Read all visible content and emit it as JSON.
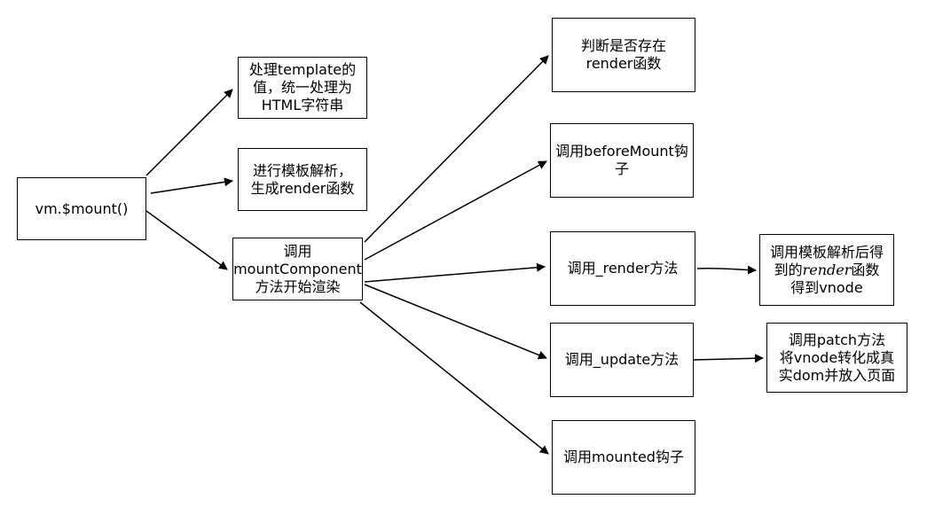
{
  "nodes": {
    "root": "vm.$mount()",
    "process_template": [
      "处理template的",
      "值，统一处理为",
      "HTML字符串"
    ],
    "template_parse": [
      "进行模板解析，",
      "生成render函数"
    ],
    "mount_component": [
      "调用",
      "mountComponent",
      "方法开始渲染"
    ],
    "check_render": [
      "判断是否存在",
      "render函数"
    ],
    "before_mount": [
      "调用beforeMount钩",
      "子"
    ],
    "call_render": "调用_render方法",
    "get_vnode": {
      "line1": "调用模板解析后得",
      "line2_prefix": "到的",
      "line2_math": "render",
      "line2_suffix": "函数",
      "line3": "得到vnode"
    },
    "call_update": "调用_update方法",
    "patch": [
      "调用patch方法",
      "将vnode转化成真",
      "实dom并放入页面"
    ],
    "mounted": "调用mounted钩子"
  },
  "colors": {
    "stroke": "#000000",
    "fill": "#ffffff"
  }
}
